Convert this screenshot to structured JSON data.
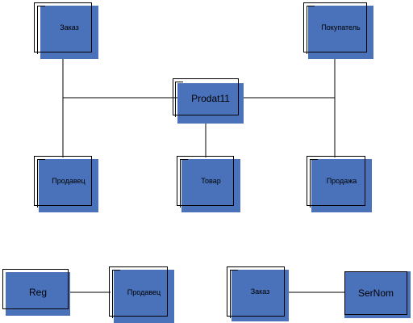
{
  "colors": {
    "box_fill": "#4a72bb",
    "lines": "#000000",
    "background": "#ffffff"
  },
  "nodes": {
    "zakaz_top": "Заказ",
    "pokupatel": "Покупатель",
    "prodat11": "Prodat11",
    "prodavec_main": "Продавец",
    "tovar": "Товар",
    "prodazha": "Продажа",
    "reg": "Reg",
    "prodavec_bottom": "Продавец",
    "zakaz_bottom": "Заказ",
    "sernom": "SerNom"
  },
  "edges": [
    [
      "prodat11",
      "zakaz_top"
    ],
    [
      "prodat11",
      "prodavec_main"
    ],
    [
      "prodat11",
      "pokupatel"
    ],
    [
      "prodat11",
      "prodazha"
    ],
    [
      "prodat11",
      "tovar"
    ],
    [
      "reg",
      "prodavec_bottom"
    ],
    [
      "zakaz_bottom",
      "sernom"
    ]
  ]
}
